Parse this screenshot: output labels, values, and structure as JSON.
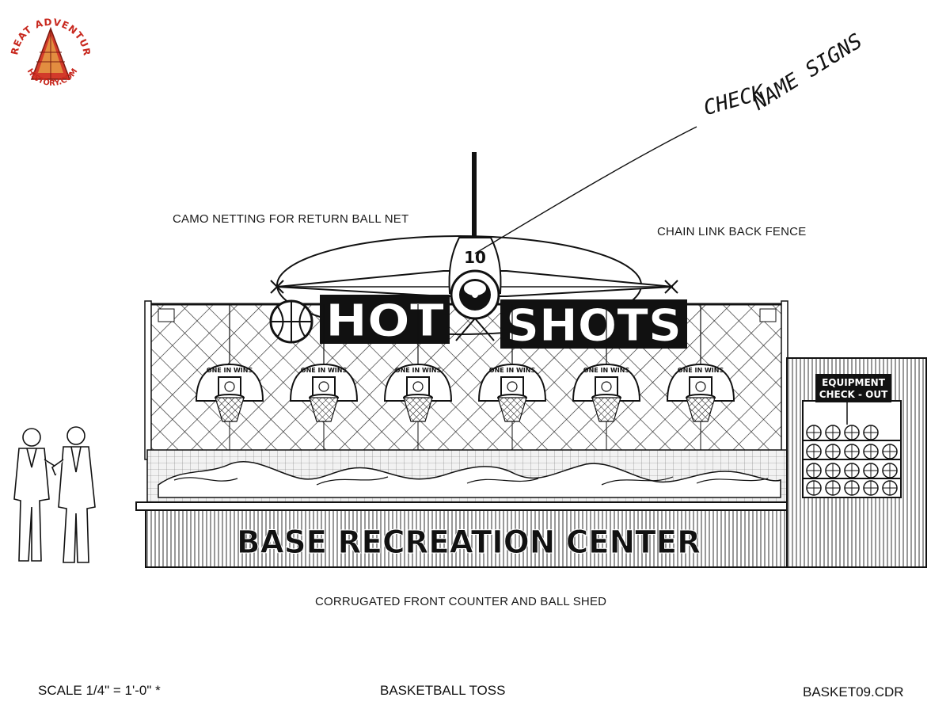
{
  "logo": {
    "text": "GREAT ADVENTURE HISTORY.COM"
  },
  "handwritten_note": {
    "line1": "CHECK",
    "line2": "NAME SIGNS"
  },
  "labels": {
    "camo_netting": "CAMO NETTING FOR RETURN BALL NET",
    "chain_link": "CHAIN LINK BACK FENCE",
    "counter": "CORRUGATED FRONT COUNTER AND BALL SHED"
  },
  "sign": {
    "hot": "HOT",
    "shots": "SHOTS",
    "jet_number": "10"
  },
  "hoop_label": "ONE IN WINS",
  "hoop_count": 6,
  "counter_sign": "BASE RECREATION CENTER",
  "shed_sign": {
    "line1": "EQUIPMENT",
    "line2": "CHECK - OUT"
  },
  "footer": {
    "scale": "SCALE 1/4\" = 1'-0\" *",
    "title": "BASKETBALL TOSS",
    "file": "BASKET09.CDR"
  }
}
